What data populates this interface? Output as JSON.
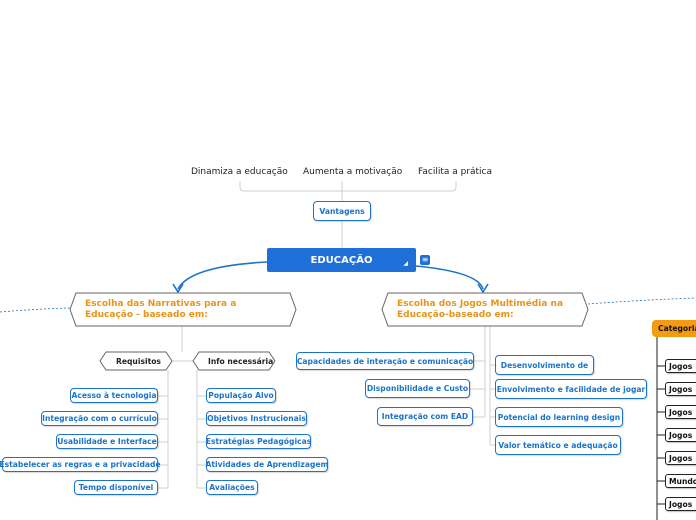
{
  "top_labels": [
    "Dinamiza a educação",
    "Aumenta a motivação",
    "Facilita a prática"
  ],
  "vantagens": "Vantagens",
  "central": "EDUCAÇÃO",
  "branch_left": {
    "title_line1": "Escolha das Narrativas para a",
    "title_line2": "Educação - baseado em:",
    "requisitos": {
      "label": "Requisitos",
      "items": [
        "Acesso à tecnologia",
        "Integração com o currículo",
        "Usabilidade e Interface",
        "Estabelecer as regras e a privacidade",
        "Tempo disponível"
      ]
    },
    "info": {
      "label": "Info necessária",
      "items": [
        "População Alvo",
        "Objetivos Instrucionais",
        "Estratégias Pedagógicas",
        "Atividades de Aprendizagem",
        "Avaliações"
      ]
    }
  },
  "branch_right": {
    "title_line1": "Escolha dos Jogos Multimédia na",
    "title_line2": "Educação-baseado em:",
    "left_items": [
      "Capacidades de interação e comunicação",
      "Disponibilidade e Custo",
      "Integração com EAD"
    ],
    "right_items": [
      "Desenvolvimento de",
      "Envolvimento e facilidade de jogar",
      "Potencial do learning design",
      "Valor temático e adequação"
    ]
  },
  "categories": {
    "header": "Categorias",
    "items": [
      "Jogos",
      "Jogos",
      "Jogos",
      "Jogos",
      "Jogos",
      "Mundo",
      "Jogos"
    ]
  },
  "colors": {
    "accent": "#1f6fd9",
    "orange": "#e8941a",
    "category": "#f39c12"
  }
}
